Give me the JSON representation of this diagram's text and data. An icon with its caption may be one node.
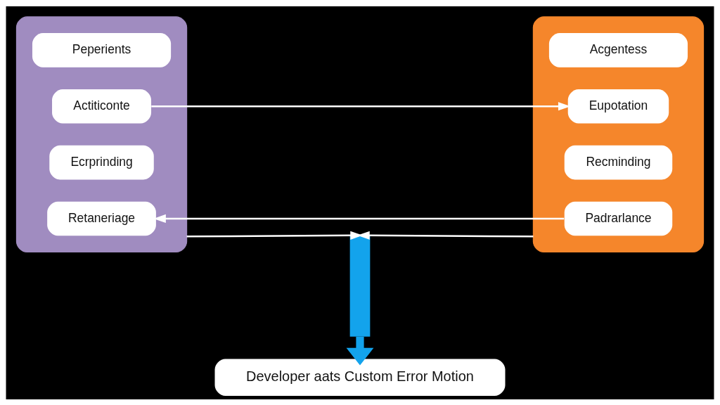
{
  "diagram": {
    "nodes": [
      {
        "text": [],
        "shape": "box"
      },
      {
        "text": [
          "Peperients"
        ],
        "in": 0
      },
      {
        "text": [
          "Actiticonte"
        ],
        "in": 0
      },
      {
        "text": [
          "Ecrprinding"
        ],
        "in": 0
      },
      {
        "text": [
          "Retaneriage"
        ],
        "in": 0
      },
      {
        "text": [],
        "shape": "box"
      },
      {
        "text": [
          "Acgentess"
        ],
        "in": 5
      },
      {
        "text": [
          "Eupotation"
        ],
        "in": 5
      },
      {
        "text": [
          "Recminding"
        ],
        "in": 5
      },
      {
        "text": [
          "Padrarlance"
        ],
        "in": 5
      },
      {
        "text": [],
        "shape": "bar"
      },
      {
        "text": [
          "Developer aats Custom Error Motion"
        ]
      }
    ],
    "edges": [
      {
        "from": 2,
        "to": 7,
        "arrow": "to"
      },
      {
        "from": 9,
        "to": 4,
        "arrow": "to"
      },
      {
        "from": 0,
        "to": 10,
        "arrow": "to"
      },
      {
        "from": 5,
        "to": 10,
        "arrow": "to"
      },
      {
        "from": 10,
        "to": 11,
        "arrow": "to",
        "style": "thick",
        "color": "#13a3ec"
      }
    ]
  }
}
